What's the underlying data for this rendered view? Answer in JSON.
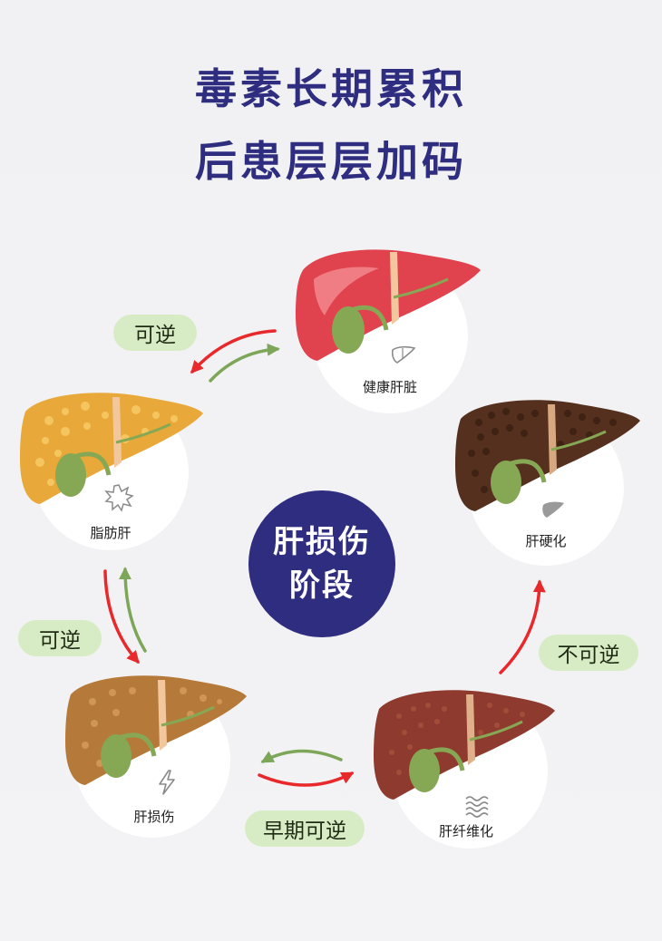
{
  "title": {
    "line1": "毒素长期累积",
    "line2": "后患层层加码"
  },
  "center": {
    "line1": "肝损伤",
    "line2": "阶段"
  },
  "stages": [
    {
      "label": "健康肝脏",
      "icon": "liver-outline-icon",
      "color": "#e0424e"
    },
    {
      "label": "脂肪肝",
      "icon": "fat-splash-icon",
      "color": "#e8a83a"
    },
    {
      "label": "肝损伤",
      "icon": "lightning-icon",
      "color": "#b57a3a"
    },
    {
      "label": "肝纤维化",
      "icon": "wave-lines-icon",
      "color": "#8e3a2e"
    },
    {
      "label": "肝硬化",
      "icon": "liver-filled-icon",
      "color": "#55301f"
    }
  ],
  "transitions": {
    "healthy_fatty": "可逆",
    "fatty_injury": "可逆",
    "injury_fibrosis": "早期可逆",
    "fibrosis_cirrhosis": "不可逆"
  },
  "colors": {
    "title": "#2e2d80",
    "arrow_red": "#e8282b",
    "arrow_green": "#7ea659",
    "pill_bg": "#d7ecc4",
    "gallbladder": "#86a855"
  }
}
